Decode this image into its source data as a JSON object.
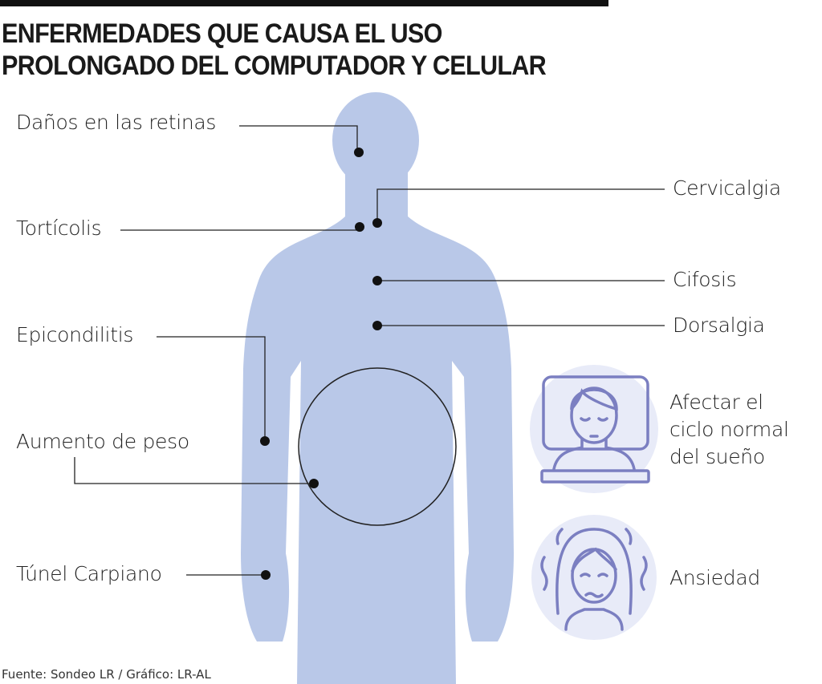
{
  "title": {
    "line1": "ENFERMEDADES QUE CAUSA EL USO",
    "line2": "PROLONGADO DEL COMPUTADOR Y CELULAR"
  },
  "labels": {
    "retinas": "Daños en las retinas",
    "cervicalgia": "Cervicalgia",
    "torticolis": "Tortícolis",
    "cifosis": "Cifosis",
    "dorsalgia": "Dorsalgia",
    "epicondilitis": "Epicondilitis",
    "peso": "Aumento de peso",
    "tunel": "Túnel Carpiano",
    "sueno": [
      "Afectar el",
      "ciclo normal",
      "del sueño"
    ],
    "ansiedad": "Ansiedad"
  },
  "source": "Fuente: Sondeo LR / Gráfico: LR-AL",
  "colors": {
    "body": "#b9c8e8",
    "icon_bg": "#e8ebf8",
    "icon_stroke": "#7b7fc1"
  }
}
